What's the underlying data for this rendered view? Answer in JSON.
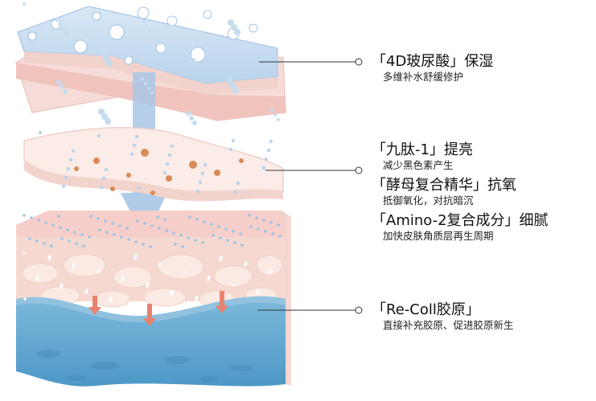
{
  "callouts": [
    {
      "items": [
        {
          "title": "「4D玻尿酸」保湿",
          "subtitle": "多维补水舒缓修护"
        }
      ]
    },
    {
      "items": [
        {
          "title": "「九肽-1」提亮",
          "subtitle": "减少黑色素产生"
        },
        {
          "title": "「酵母复合精华」抗氧",
          "subtitle": "抵御氧化，对抗暗沉"
        },
        {
          "title": "「Amino-2复合成分」细腻",
          "subtitle": "加快皮肤角质层再生周期"
        }
      ]
    },
    {
      "items": [
        {
          "title": "「Re-Coll胶原」",
          "subtitle": "直接补充胶原、促进胶原新生"
        }
      ]
    }
  ],
  "colors": {
    "top_layer": "#cfe2f3",
    "pink_layer": "#f5d6d3",
    "serum_layer": "#fbe9e6",
    "skin_top": "#f7d2cf",
    "skin_mid": "#f4dcd3",
    "skin_bottom": "#5fa8d0",
    "arrow": "#a9c7e6",
    "droplet": "#ffffff",
    "orange_dot": "#d9935c",
    "leader_line": "#333333"
  }
}
